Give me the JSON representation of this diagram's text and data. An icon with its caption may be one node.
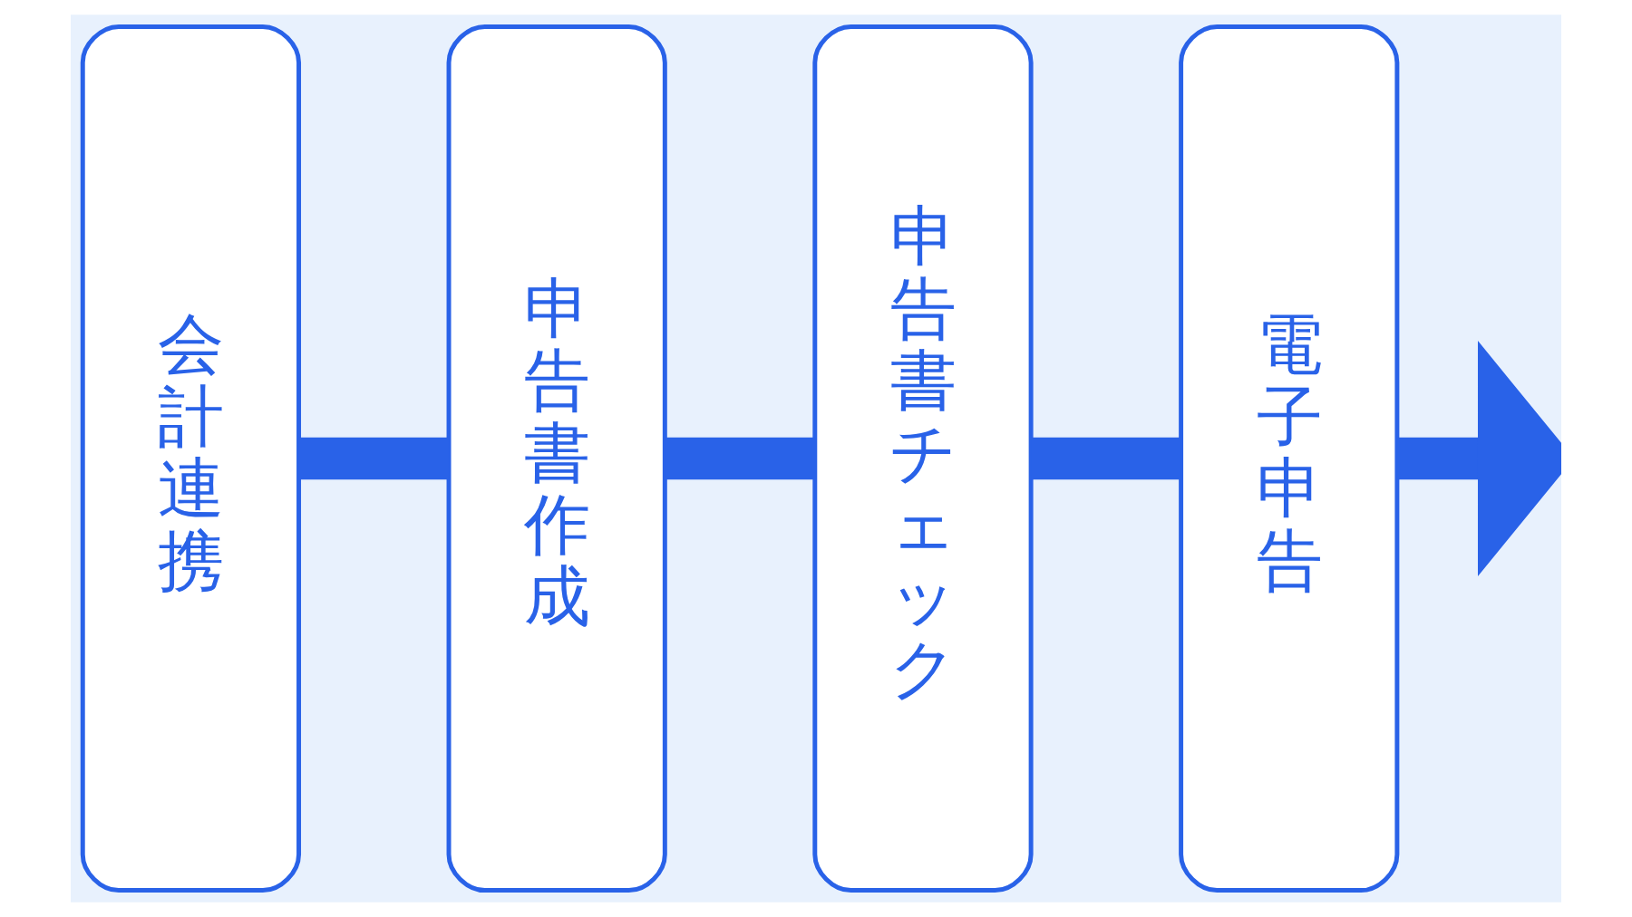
{
  "diagram": {
    "nodes": [
      {
        "text": [
          "会計連携"
        ]
      },
      {
        "text": [
          "申告書作成"
        ]
      },
      {
        "text": [
          "申告書チェック"
        ]
      },
      {
        "text": [
          "電子申告"
        ]
      }
    ],
    "edges": [
      {
        "from": 0,
        "to": 1,
        "arrow": "none"
      },
      {
        "from": 1,
        "to": 2,
        "arrow": "none"
      },
      {
        "from": 2,
        "to": 3,
        "arrow": "none"
      },
      {
        "from": 3,
        "to": null,
        "arrow": "to"
      }
    ]
  }
}
